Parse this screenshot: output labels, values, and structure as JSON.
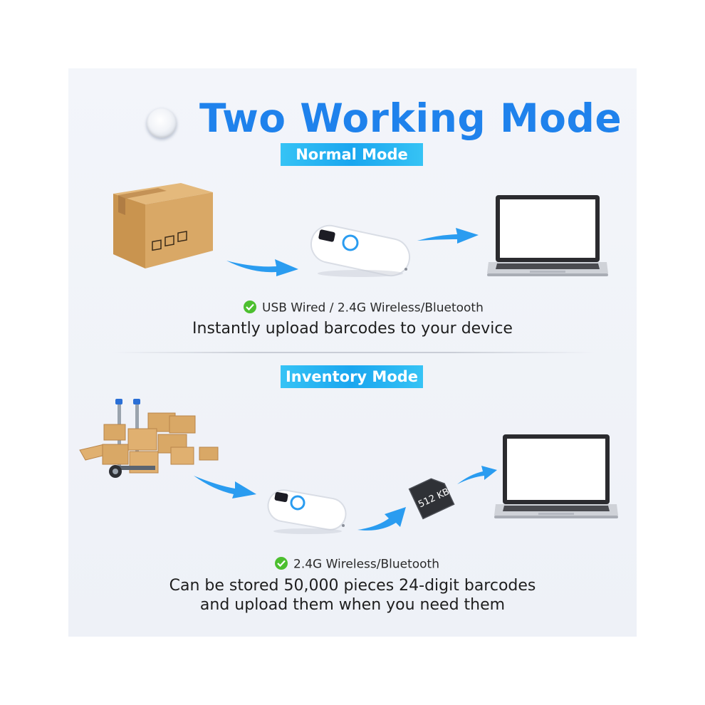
{
  "title": "Two Working Mode",
  "normal_mode": {
    "badge": "Normal Mode",
    "feature": "USB Wired / 2.4G Wireless/Bluetooth",
    "description": "Instantly upload barcodes to your device"
  },
  "inventory_mode": {
    "badge": "Inventory Mode",
    "feature": "2.4G Wireless/Bluetooth",
    "description_line1": "Can be stored 50,000 pieces 24-digit barcodes",
    "description_line2": "and upload them when you need them",
    "sd_card_label": "512 KB"
  },
  "colors": {
    "title_blue": "#1f82ec",
    "badge_cyan": "#1aa6ef",
    "check_green": "#4cbf2f",
    "arrow_blue": "#2a9cf0"
  }
}
